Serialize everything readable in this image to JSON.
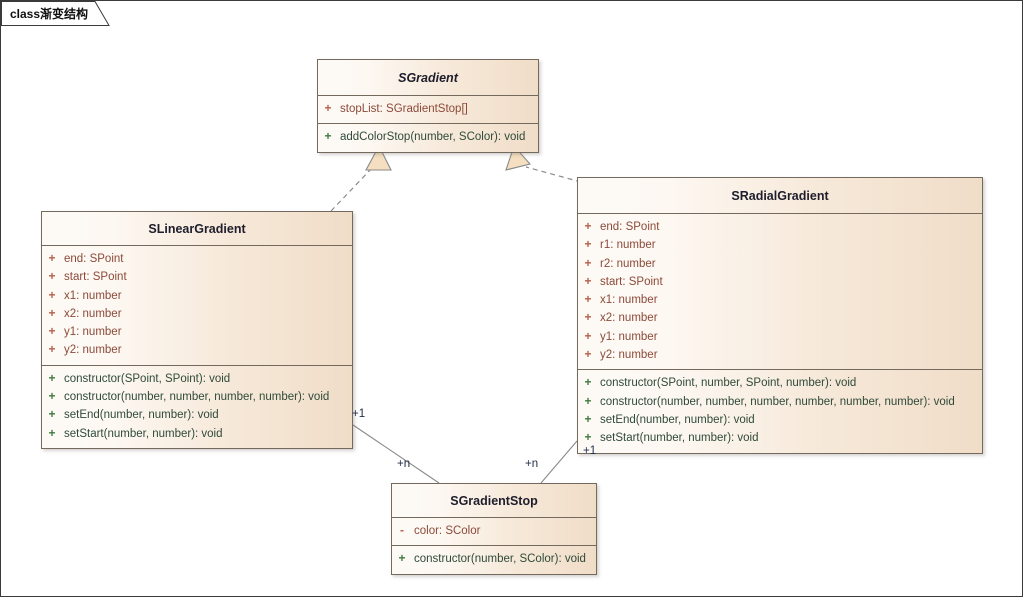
{
  "diagram": {
    "tab_label": "class渐变结构",
    "colors": {
      "box_border": "#73695d",
      "box_fill_light": "#fdfaf6",
      "box_fill_dark": "#f0ddc8",
      "attribute_text": "#8c4a3a",
      "attribute_marker": "#b4604a",
      "operation_text": "#2f4a3a",
      "operation_marker": "#3f7a3f",
      "title_text": "#1d1d2b",
      "connector": "#8a8a8a",
      "arrow_fill": "#f5dfc0",
      "multiplicity_text": "#20304a",
      "canvas_background": "#ffffff"
    }
  },
  "classes": {
    "sgradient": {
      "name": "SGradient",
      "stereotype": "abstract",
      "attributes": [
        {
          "visibility": "+",
          "text": "stopList: SGradientStop[]"
        }
      ],
      "operations": [
        {
          "visibility": "+",
          "text": "addColorStop(number, SColor): void"
        }
      ]
    },
    "slineargradient": {
      "name": "SLinearGradient",
      "stereotype": "concrete",
      "attributes": [
        {
          "visibility": "+",
          "text": "end: SPoint"
        },
        {
          "visibility": "+",
          "text": "start: SPoint"
        },
        {
          "visibility": "+",
          "text": "x1: number"
        },
        {
          "visibility": "+",
          "text": "x2: number"
        },
        {
          "visibility": "+",
          "text": "y1: number"
        },
        {
          "visibility": "+",
          "text": "y2: number"
        }
      ],
      "operations": [
        {
          "visibility": "+",
          "text": "constructor(SPoint, SPoint): void"
        },
        {
          "visibility": "+",
          "text": "constructor(number, number, number, number): void"
        },
        {
          "visibility": "+",
          "text": "setEnd(number, number): void"
        },
        {
          "visibility": "+",
          "text": "setStart(number, number): void"
        }
      ]
    },
    "sradialgradient": {
      "name": "SRadialGradient",
      "stereotype": "concrete",
      "attributes": [
        {
          "visibility": "+",
          "text": "end: SPoint"
        },
        {
          "visibility": "+",
          "text": "r1: number"
        },
        {
          "visibility": "+",
          "text": "r2: number"
        },
        {
          "visibility": "+",
          "text": "start: SPoint"
        },
        {
          "visibility": "+",
          "text": "x1: number"
        },
        {
          "visibility": "+",
          "text": "x2: number"
        },
        {
          "visibility": "+",
          "text": "y1: number"
        },
        {
          "visibility": "+",
          "text": "y2: number"
        }
      ],
      "operations": [
        {
          "visibility": "+",
          "text": "constructor(SPoint, number, SPoint, number): void"
        },
        {
          "visibility": "+",
          "text": "constructor(number, number, number, number, number, number): void"
        },
        {
          "visibility": "+",
          "text": "setEnd(number, number): void"
        },
        {
          "visibility": "+",
          "text": "setStart(number, number): void"
        }
      ]
    },
    "sgradientstop": {
      "name": "SGradientStop",
      "stereotype": "concrete",
      "attributes": [
        {
          "visibility": "-",
          "text": "color: SColor"
        }
      ],
      "operations": [
        {
          "visibility": "+",
          "text": "constructor(number, SColor): void"
        }
      ]
    }
  },
  "relationships": {
    "realization_linear": {
      "from": "SLinearGradient",
      "to": "SGradient",
      "type": "realization"
    },
    "realization_radial": {
      "from": "SRadialGradient",
      "to": "SGradient",
      "type": "realization"
    },
    "assoc_linear_stop": {
      "from": "SLinearGradient",
      "to": "SGradientStop",
      "type": "association",
      "source_multiplicity": "+1",
      "target_multiplicity": "+n"
    },
    "assoc_radial_stop": {
      "from": "SRadialGradient",
      "to": "SGradientStop",
      "type": "association",
      "source_multiplicity": "+1",
      "target_multiplicity": "+n"
    }
  },
  "multiplicity_labels": {
    "linear_one": "+1",
    "linear_n": "+n",
    "radial_one": "+1",
    "radial_n": "+n"
  }
}
